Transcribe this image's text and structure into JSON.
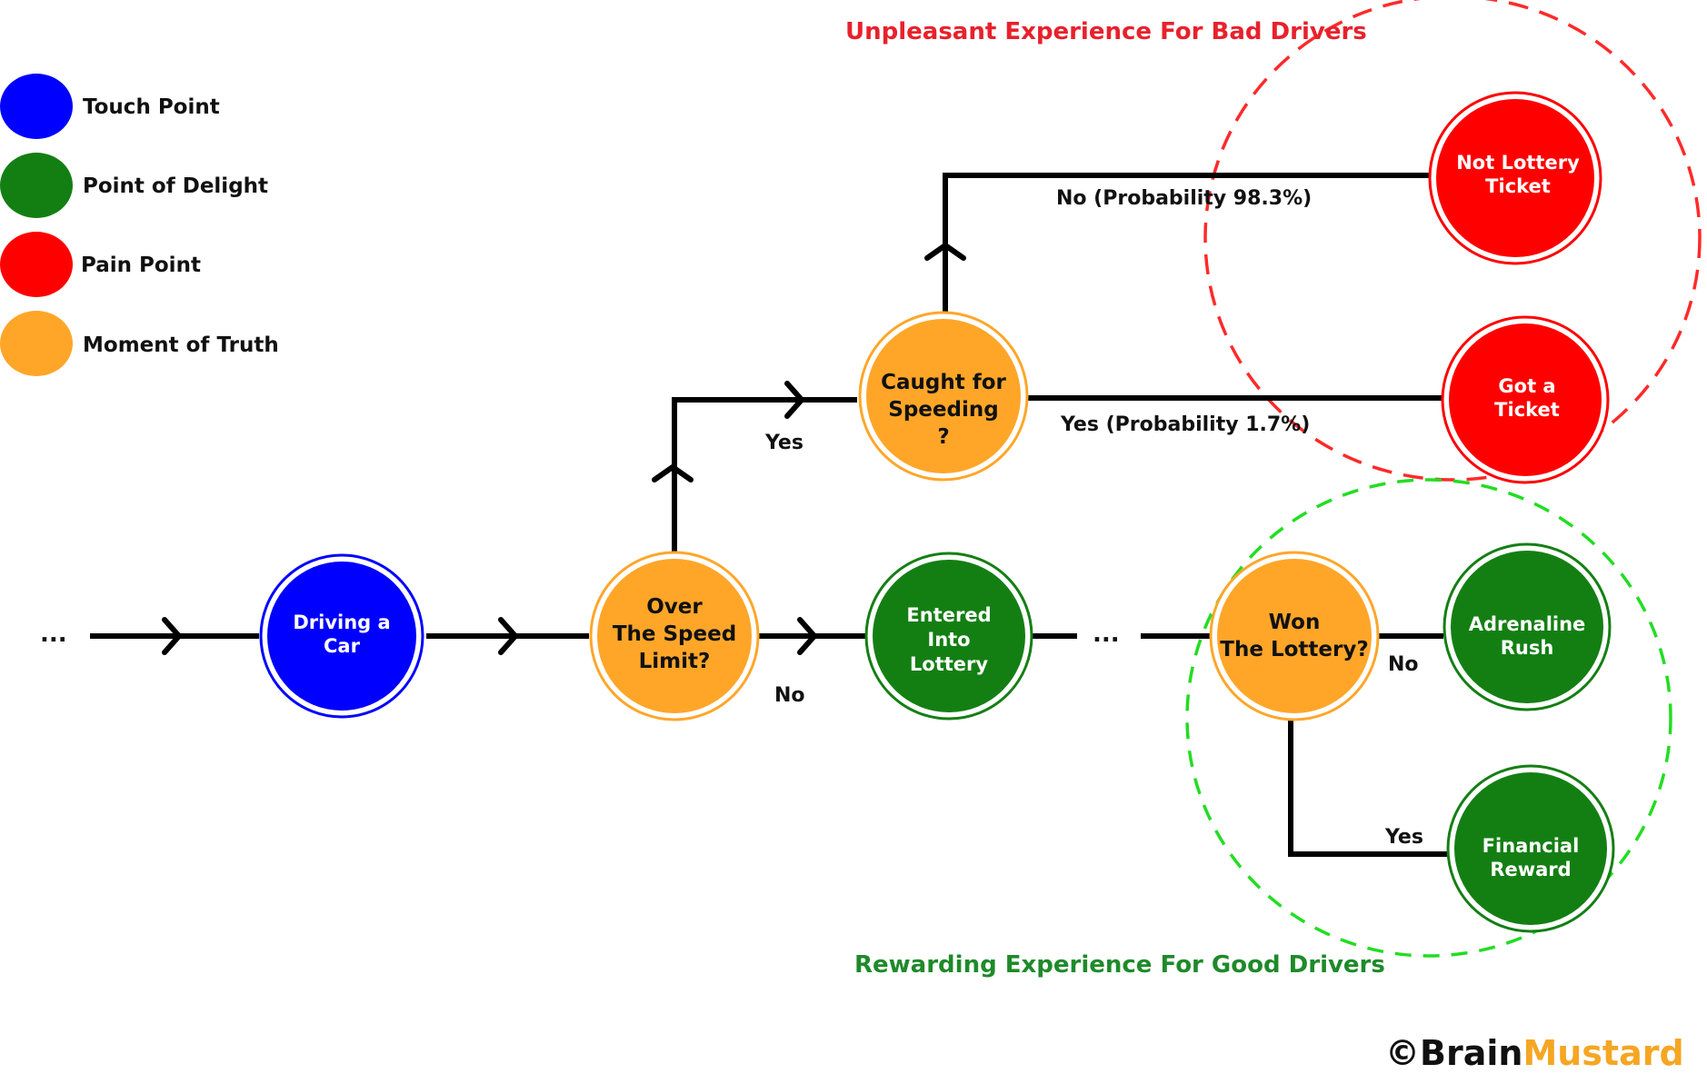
{
  "legend": {
    "touch_point": {
      "label": "Touch Point",
      "color": "#0000ff"
    },
    "point_of_delight": {
      "label": "Point of Delight",
      "color": "#137f13"
    },
    "pain_point": {
      "label": "Pain Point",
      "color": "#ff0000"
    },
    "moment_of_truth": {
      "label": "Moment of Truth",
      "color": "#ffa629"
    }
  },
  "regions": {
    "bad": {
      "title": "Unpleasant Experience For Bad Drivers",
      "color": "#ff2a2a"
    },
    "good": {
      "title": "Rewarding Experience For Good Drivers",
      "color": "#22dd22"
    }
  },
  "nodes": {
    "driving": {
      "line1": "Driving a",
      "line2": "Car",
      "type": "touch_point"
    },
    "speed_limit": {
      "line1": "Over",
      "line2": "The Speed",
      "line3": "Limit?",
      "type": "moment_of_truth"
    },
    "caught": {
      "line1": "Caught for",
      "line2": "Speeding",
      "line3": "?",
      "type": "moment_of_truth"
    },
    "not_lottery": {
      "line1": "Not Lottery",
      "line2": "Ticket",
      "type": "pain_point"
    },
    "ticket": {
      "line1": "Got a",
      "line2": "Ticket",
      "type": "pain_point"
    },
    "entered": {
      "line1": "Entered",
      "line2": "Into",
      "line3": "Lottery",
      "type": "point_of_delight"
    },
    "won": {
      "line1": "Won",
      "line2": "The Lottery?",
      "type": "moment_of_truth"
    },
    "adrenaline": {
      "line1": "Adrenaline",
      "line2": "Rush",
      "type": "point_of_delight"
    },
    "financial": {
      "line1": "Financial",
      "line2": "Reward",
      "type": "point_of_delight"
    }
  },
  "edges": {
    "start_ellipsis": "...",
    "mid_ellipsis": "...",
    "yes_caught": "Yes",
    "no_lottery": "No",
    "caught_no": "No (Probability 98.3%)",
    "caught_yes": "Yes (Probability 1.7%)",
    "won_no": "No",
    "won_yes": "Yes"
  },
  "brand": {
    "copyright": "©",
    "part1": "Brain",
    "part2": "Mustard",
    "part2_color": "#f5a623"
  }
}
